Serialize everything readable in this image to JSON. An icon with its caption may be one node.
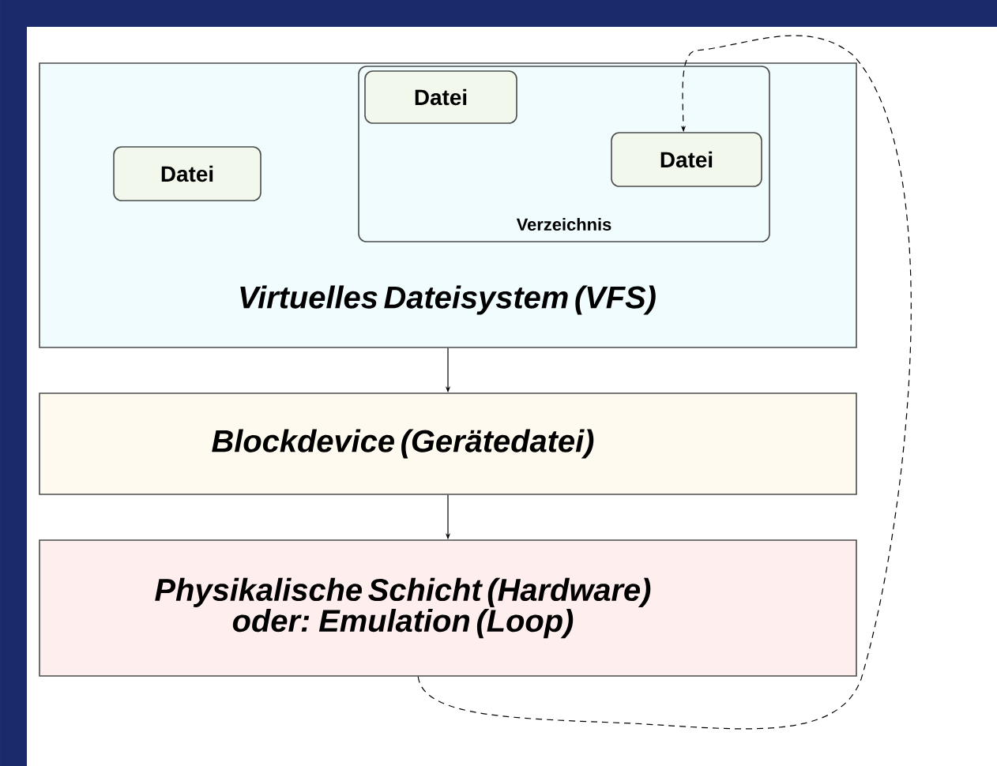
{
  "diagram": {
    "nodes": [
      {
        "text": [
          "Virtuelles Dateisystem (VFS)"
        ]
      },
      {
        "text": [
          "Datei"
        ],
        "in": 0
      },
      {
        "text": [
          "Verzeichnis"
        ],
        "in": 0
      },
      {
        "text": [
          "Datei"
        ],
        "in": 2
      },
      {
        "text": [
          "Datei"
        ],
        "in": 2
      },
      {
        "text": [
          "Blockdevice (Gerätedatei)"
        ]
      },
      {
        "text": [
          "Physikalische Schicht (Hardware) oder: Emulation (Loop)"
        ]
      }
    ],
    "edges": [
      {
        "from": 0,
        "to": 5,
        "arrow": "to"
      },
      {
        "from": 5,
        "to": 6,
        "arrow": "to"
      },
      {
        "from": 6,
        "to": 4,
        "arrow": "to",
        "style": "dashed"
      }
    ]
  }
}
